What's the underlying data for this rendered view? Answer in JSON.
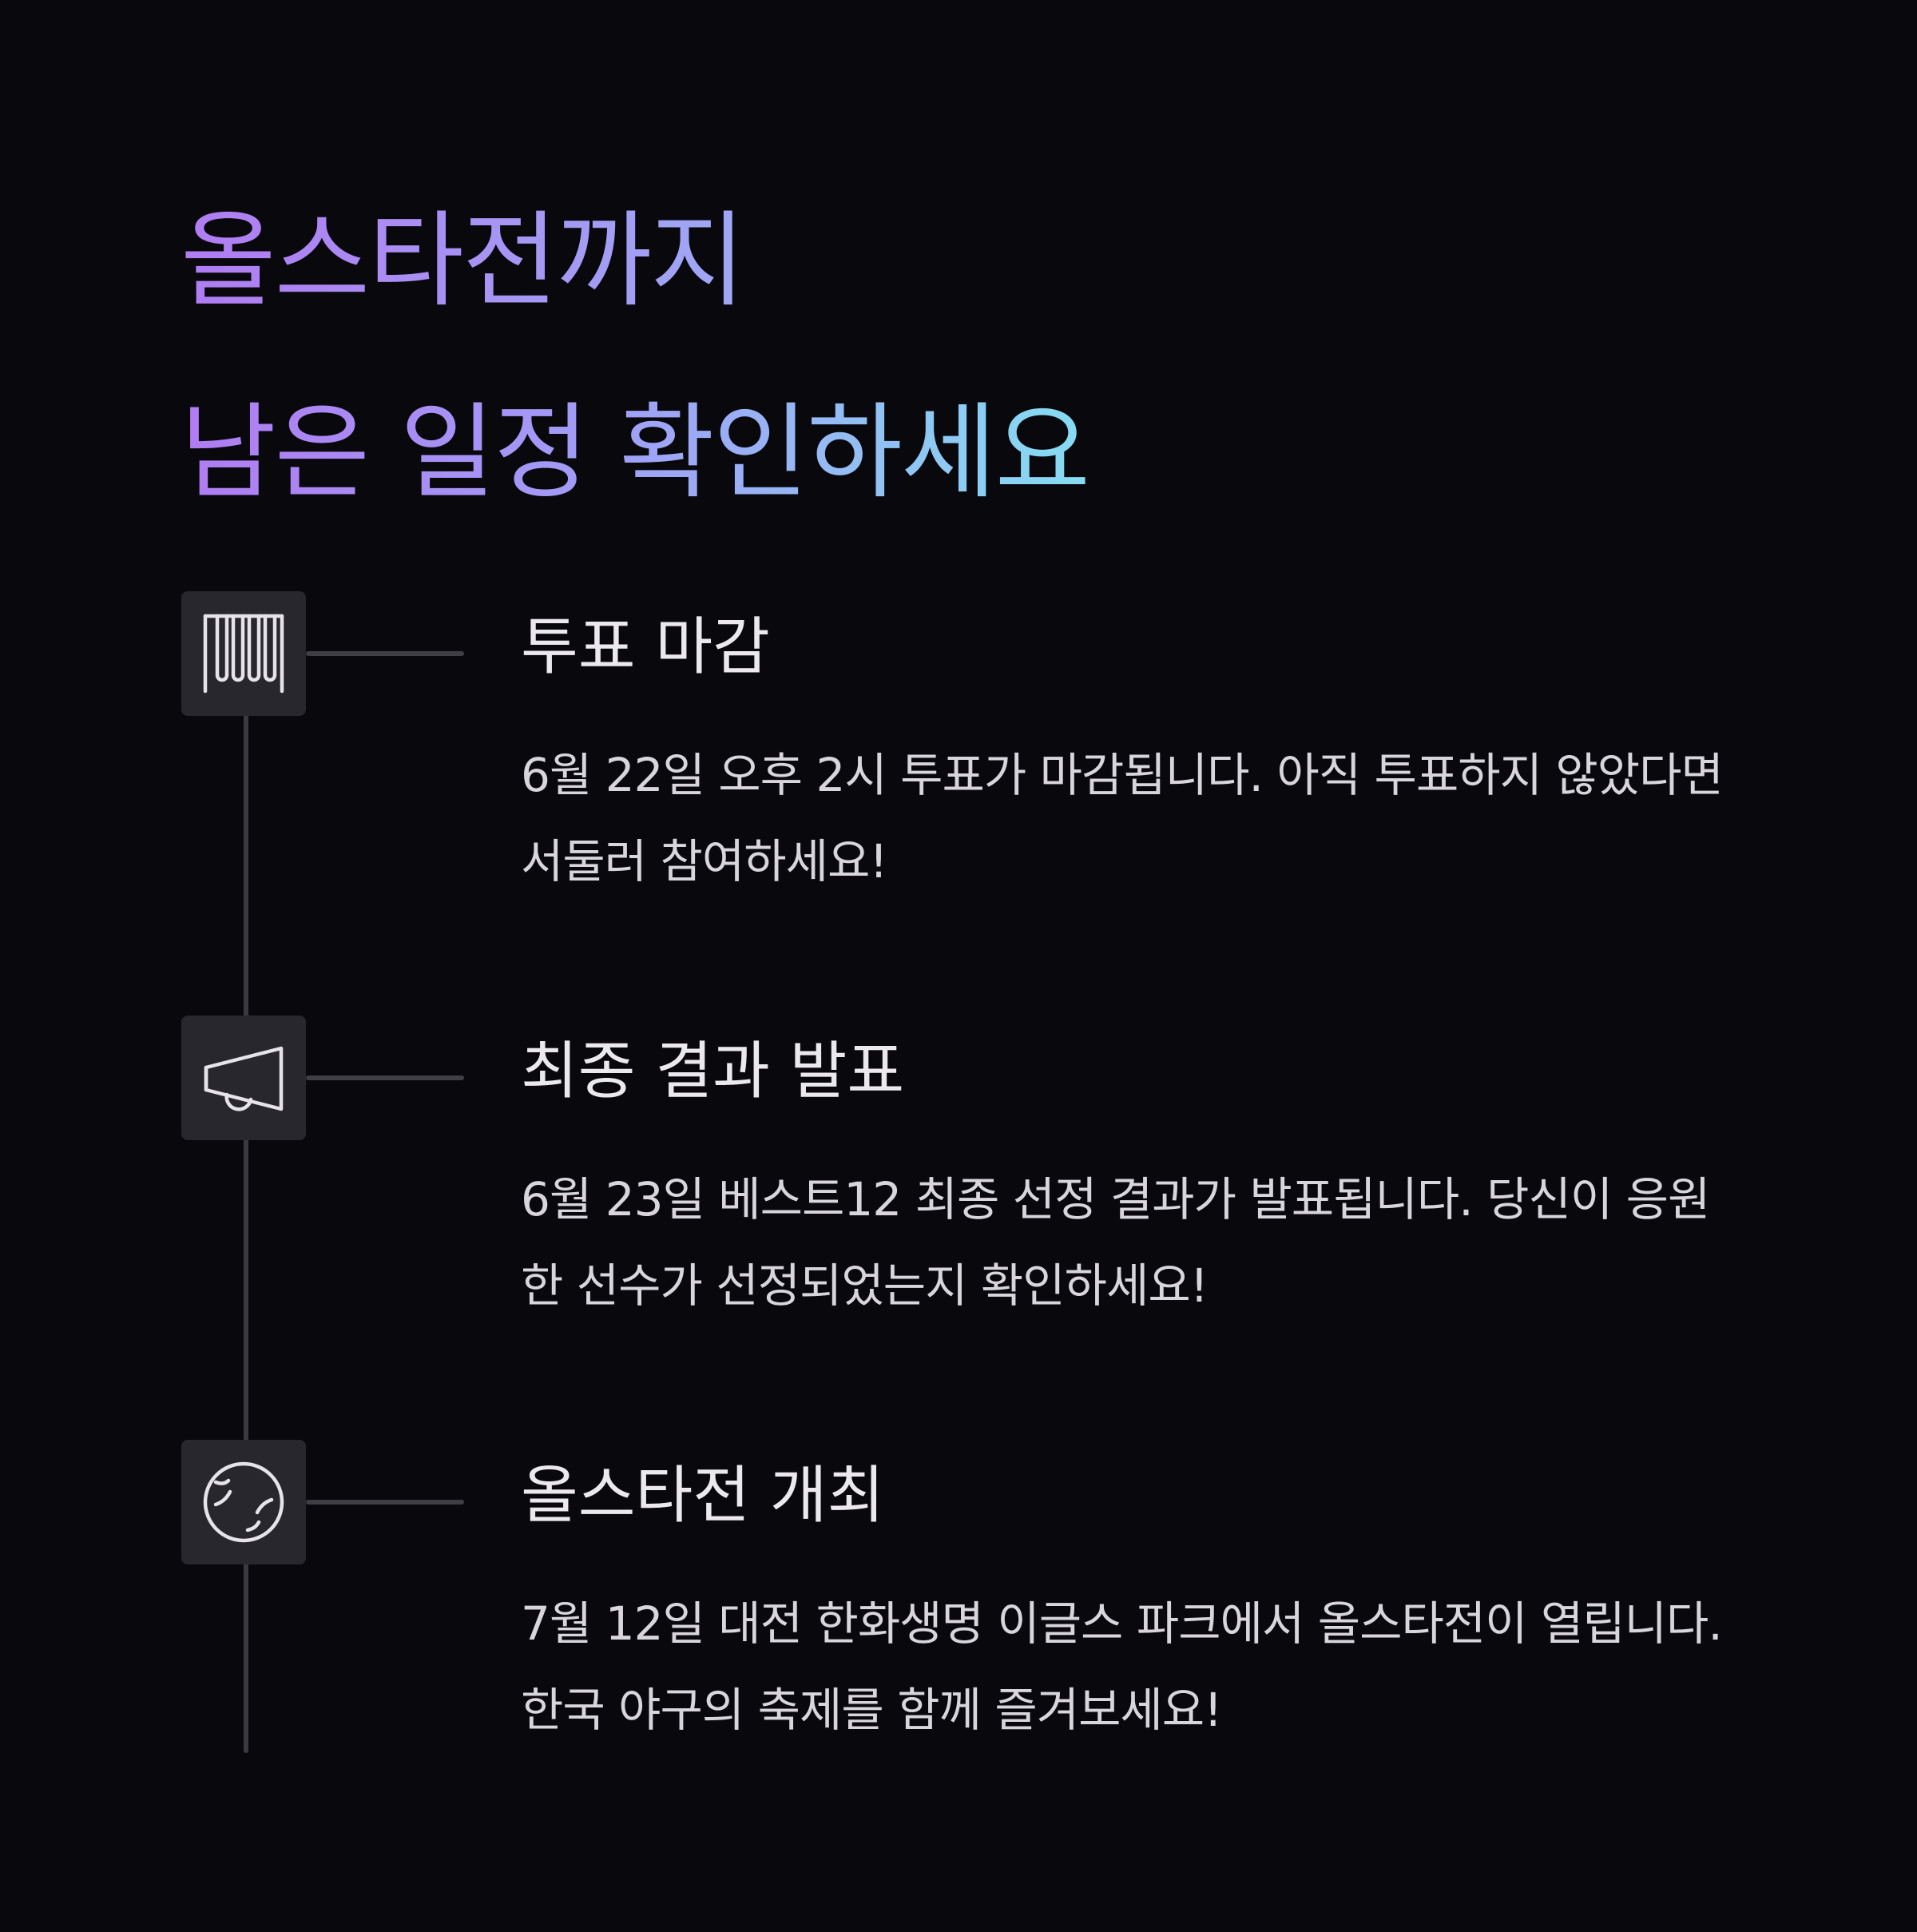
{
  "header": {
    "title_line1": "올스타전까지",
    "title_line2": "남은 일정 확인하세요"
  },
  "colors": {
    "background": "#08080d",
    "gradient_start": "#b07cf2",
    "gradient_end": "#86dcf2",
    "icon_box": "#28272d",
    "line": "#3a3a40"
  },
  "events": [
    {
      "icon": "ballot-box-icon",
      "title": "투표 마감",
      "description": "6월 22일 오후 2시 투표가 마감됩니다. 아직 투표하지 않았다면 서둘러 참여하세요!"
    },
    {
      "icon": "megaphone-icon",
      "title": "최종 결과 발표",
      "description": "6월 23일 베스트12 최종 선정 결과가 발표됩니다. 당신이 응원한 선수가 선정되었는지 확인하세요!"
    },
    {
      "icon": "baseball-icon",
      "title": "올스타전 개최",
      "description": "7월 12일 대전 한화생명 이글스 파크에서 올스타전이 열립니다. 한국 야구의 축제를 함께 즐겨보세요!"
    }
  ]
}
